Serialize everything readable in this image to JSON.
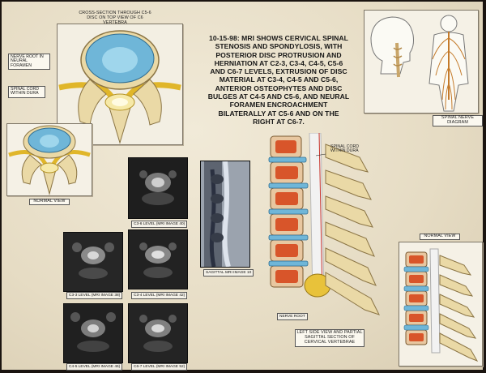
{
  "top_diagram": {
    "title": "Cross-section through C5-6 disc on top view of C6 vertebra",
    "nerve_root_label": "Nerve root in neural foramen",
    "spinal_cord_label": "Spinal cord within dura"
  },
  "normal_view_left": {
    "label": "Normal view"
  },
  "summary_text": "10-15-98: MRI shows cervical spinal stenosis and spondylosis, with posterior disc protrusion and herniation at C2-3, C3-4, C4-5, C5-6 and C6-7 levels, extrusion of disc material at C3-4, C4-5 and C5-6, anterior osteophytes and disc bulges at C4-5 and C5-6, and neural foramen encroachment bilaterally at C5-6 and on the right at C6-7.",
  "nerve_diagram": {
    "label": "Spinal nerve diagram"
  },
  "mri_images": [
    {
      "label": "C3-6 level (MRI image 40)"
    },
    {
      "label": "Sagittal MRI image 10"
    },
    {
      "label": "C3-3 level (MRI image 38)"
    },
    {
      "label": "C3-4 level (MRI image 42)"
    },
    {
      "label": "C4-5 level (MRI image 46)"
    },
    {
      "label": "C6-7 level (MRI image 52)"
    }
  ],
  "sagittal_diagram": {
    "spinal_cord_label": "Spinal cord within dura",
    "nerve_root_label": "Nerve root",
    "caption": "Left side view and partial sagittal section of cervical vertebrae"
  },
  "normal_view_right": {
    "label": "Normal view"
  },
  "colors": {
    "board": "#e9e1cd",
    "disc": "#6fb6d8",
    "bone": "#e7d7a2",
    "nerve": "#e8c23a",
    "marrow": "#d8552a"
  }
}
